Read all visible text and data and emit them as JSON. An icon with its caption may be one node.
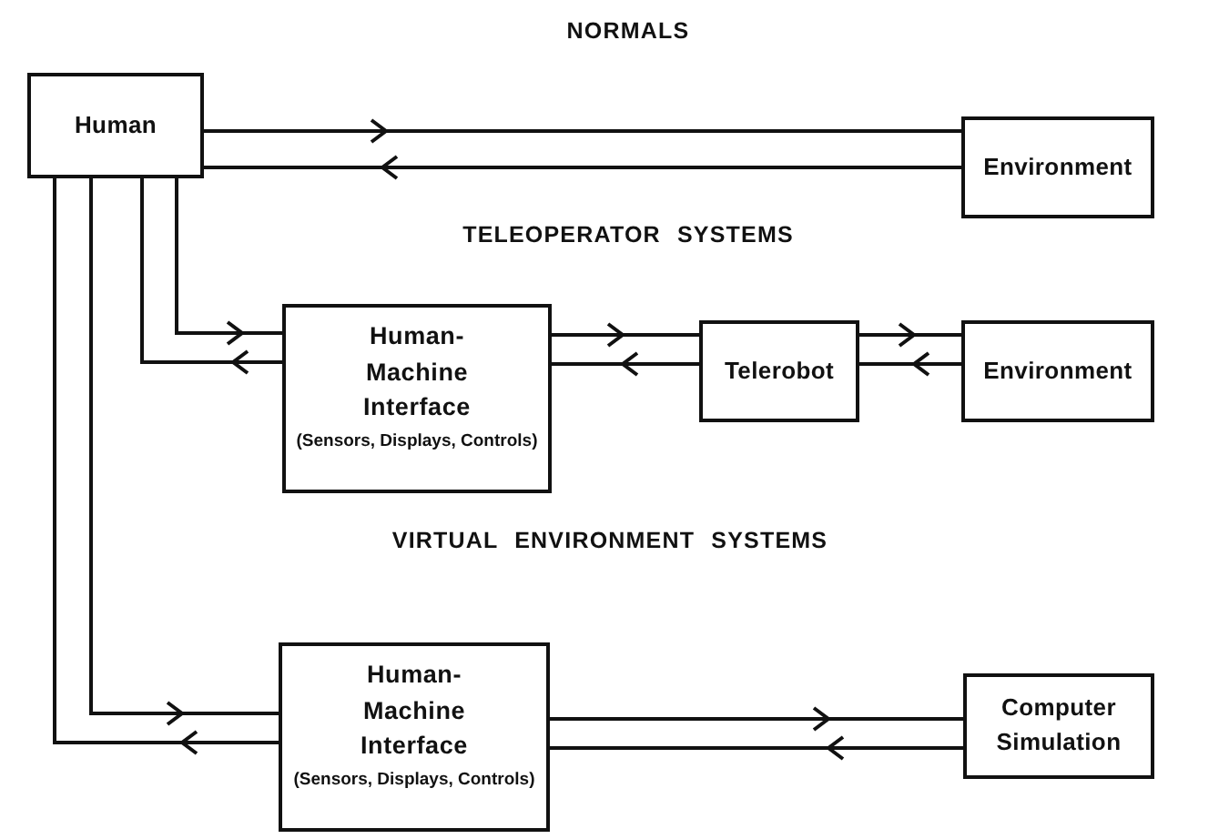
{
  "diagram": {
    "nodes": [
      {
        "text": [
          "Human"
        ]
      },
      {
        "text": [
          "Environment"
        ]
      },
      {
        "text": [
          "Human-Machine Interface",
          "(Sensors, Displays, Controls)"
        ]
      },
      {
        "text": [
          "Telerobot"
        ]
      },
      {
        "text": [
          "Environment"
        ]
      },
      {
        "text": [
          "Human-Machine Interface",
          "(Sensors, Displays, Controls)"
        ]
      },
      {
        "text": [
          "Computer Simulation"
        ]
      }
    ],
    "edges": [
      {
        "from": 0,
        "to": 1,
        "arrow": "to"
      },
      {
        "from": 1,
        "to": 0,
        "arrow": "to"
      },
      {
        "from": 0,
        "to": 2,
        "arrow": "to"
      },
      {
        "from": 2,
        "to": 0,
        "arrow": "to"
      },
      {
        "from": 2,
        "to": 3,
        "arrow": "to"
      },
      {
        "from": 3,
        "to": 2,
        "arrow": "to"
      },
      {
        "from": 3,
        "to": 4,
        "arrow": "to"
      },
      {
        "from": 4,
        "to": 3,
        "arrow": "to"
      },
      {
        "from": 0,
        "to": 5,
        "arrow": "to"
      },
      {
        "from": 5,
        "to": 0,
        "arrow": "to"
      },
      {
        "from": 5,
        "to": 6,
        "arrow": "to"
      },
      {
        "from": 6,
        "to": 5,
        "arrow": "to"
      }
    ],
    "labels": [
      "NORMALS",
      "TELEOPERATOR SYSTEMS",
      "VIRTUAL ENVIRONMENT SYSTEMS"
    ]
  }
}
